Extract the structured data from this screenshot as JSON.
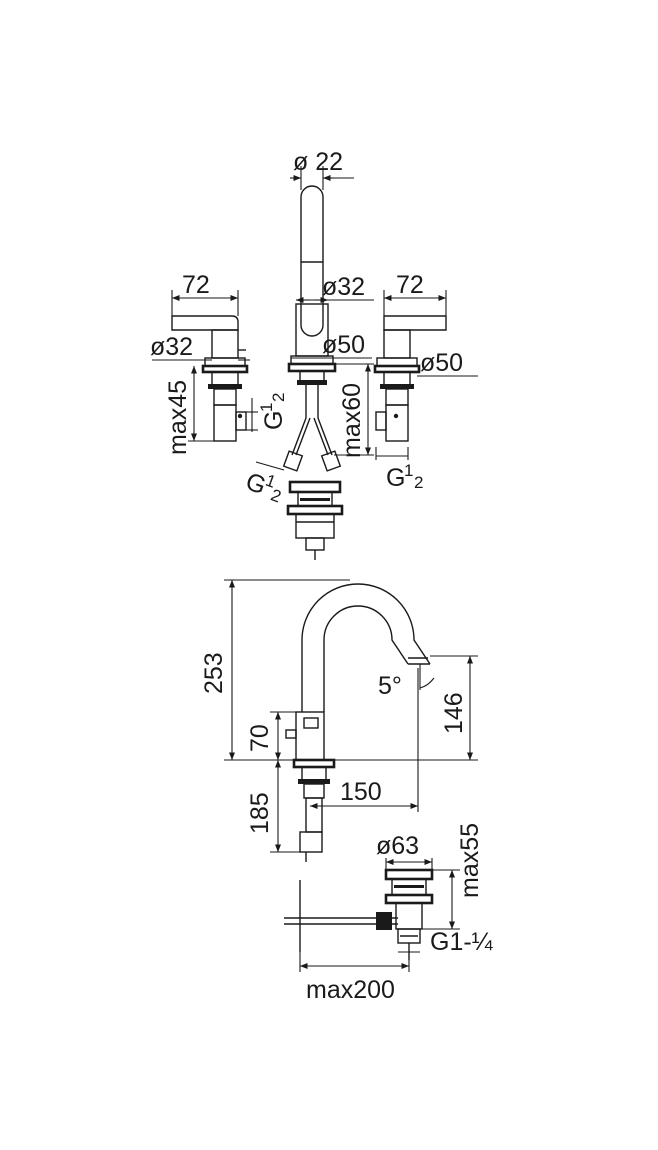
{
  "top_view": {
    "spout_diameter": "ø 22",
    "spout_base_diameter": "ø32",
    "spout_flange_diameter": "ø50",
    "left_handle_width": "72",
    "right_handle_width": "72",
    "left_body_diameter": "ø32",
    "right_flange_diameter": "ø50",
    "left_max_depth": "max45",
    "spout_max_depth": "max60",
    "left_thread": {
      "main": "G",
      "num": "1",
      "den": "2"
    },
    "hose_thread": {
      "main": "G",
      "num": "1",
      "den": "2"
    },
    "right_thread": {
      "main": "G",
      "num": "1",
      "den": "2"
    }
  },
  "side_view": {
    "total_height": "253",
    "spout_outlet_height": "146",
    "spout_angle": "5°",
    "handle_height": "70",
    "spout_reach": "150",
    "shank_length": "185",
    "waste_diameter": "ø63",
    "waste_max_height": "max55",
    "waste_thread": "G1-¼",
    "pull_rod_length": "max200"
  }
}
